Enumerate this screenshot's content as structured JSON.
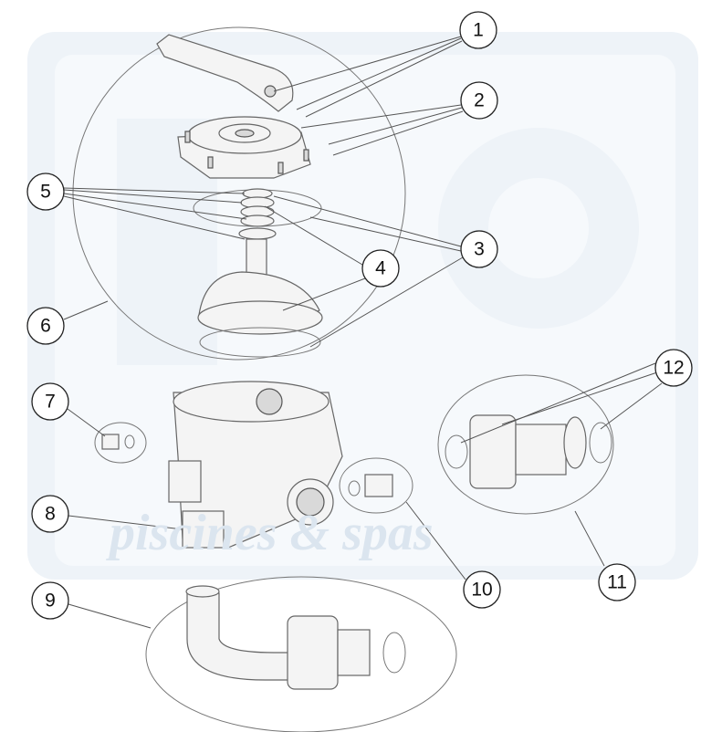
{
  "watermark": {
    "brand_text": "piscines & spas"
  },
  "callouts": [
    "1",
    "2",
    "3",
    "4",
    "5",
    "6",
    "7",
    "8",
    "9",
    "10",
    "11",
    "12"
  ],
  "colors": {
    "line": "#555555",
    "watermark": "#eef3f8",
    "part_fill": "#f4f4f4"
  }
}
